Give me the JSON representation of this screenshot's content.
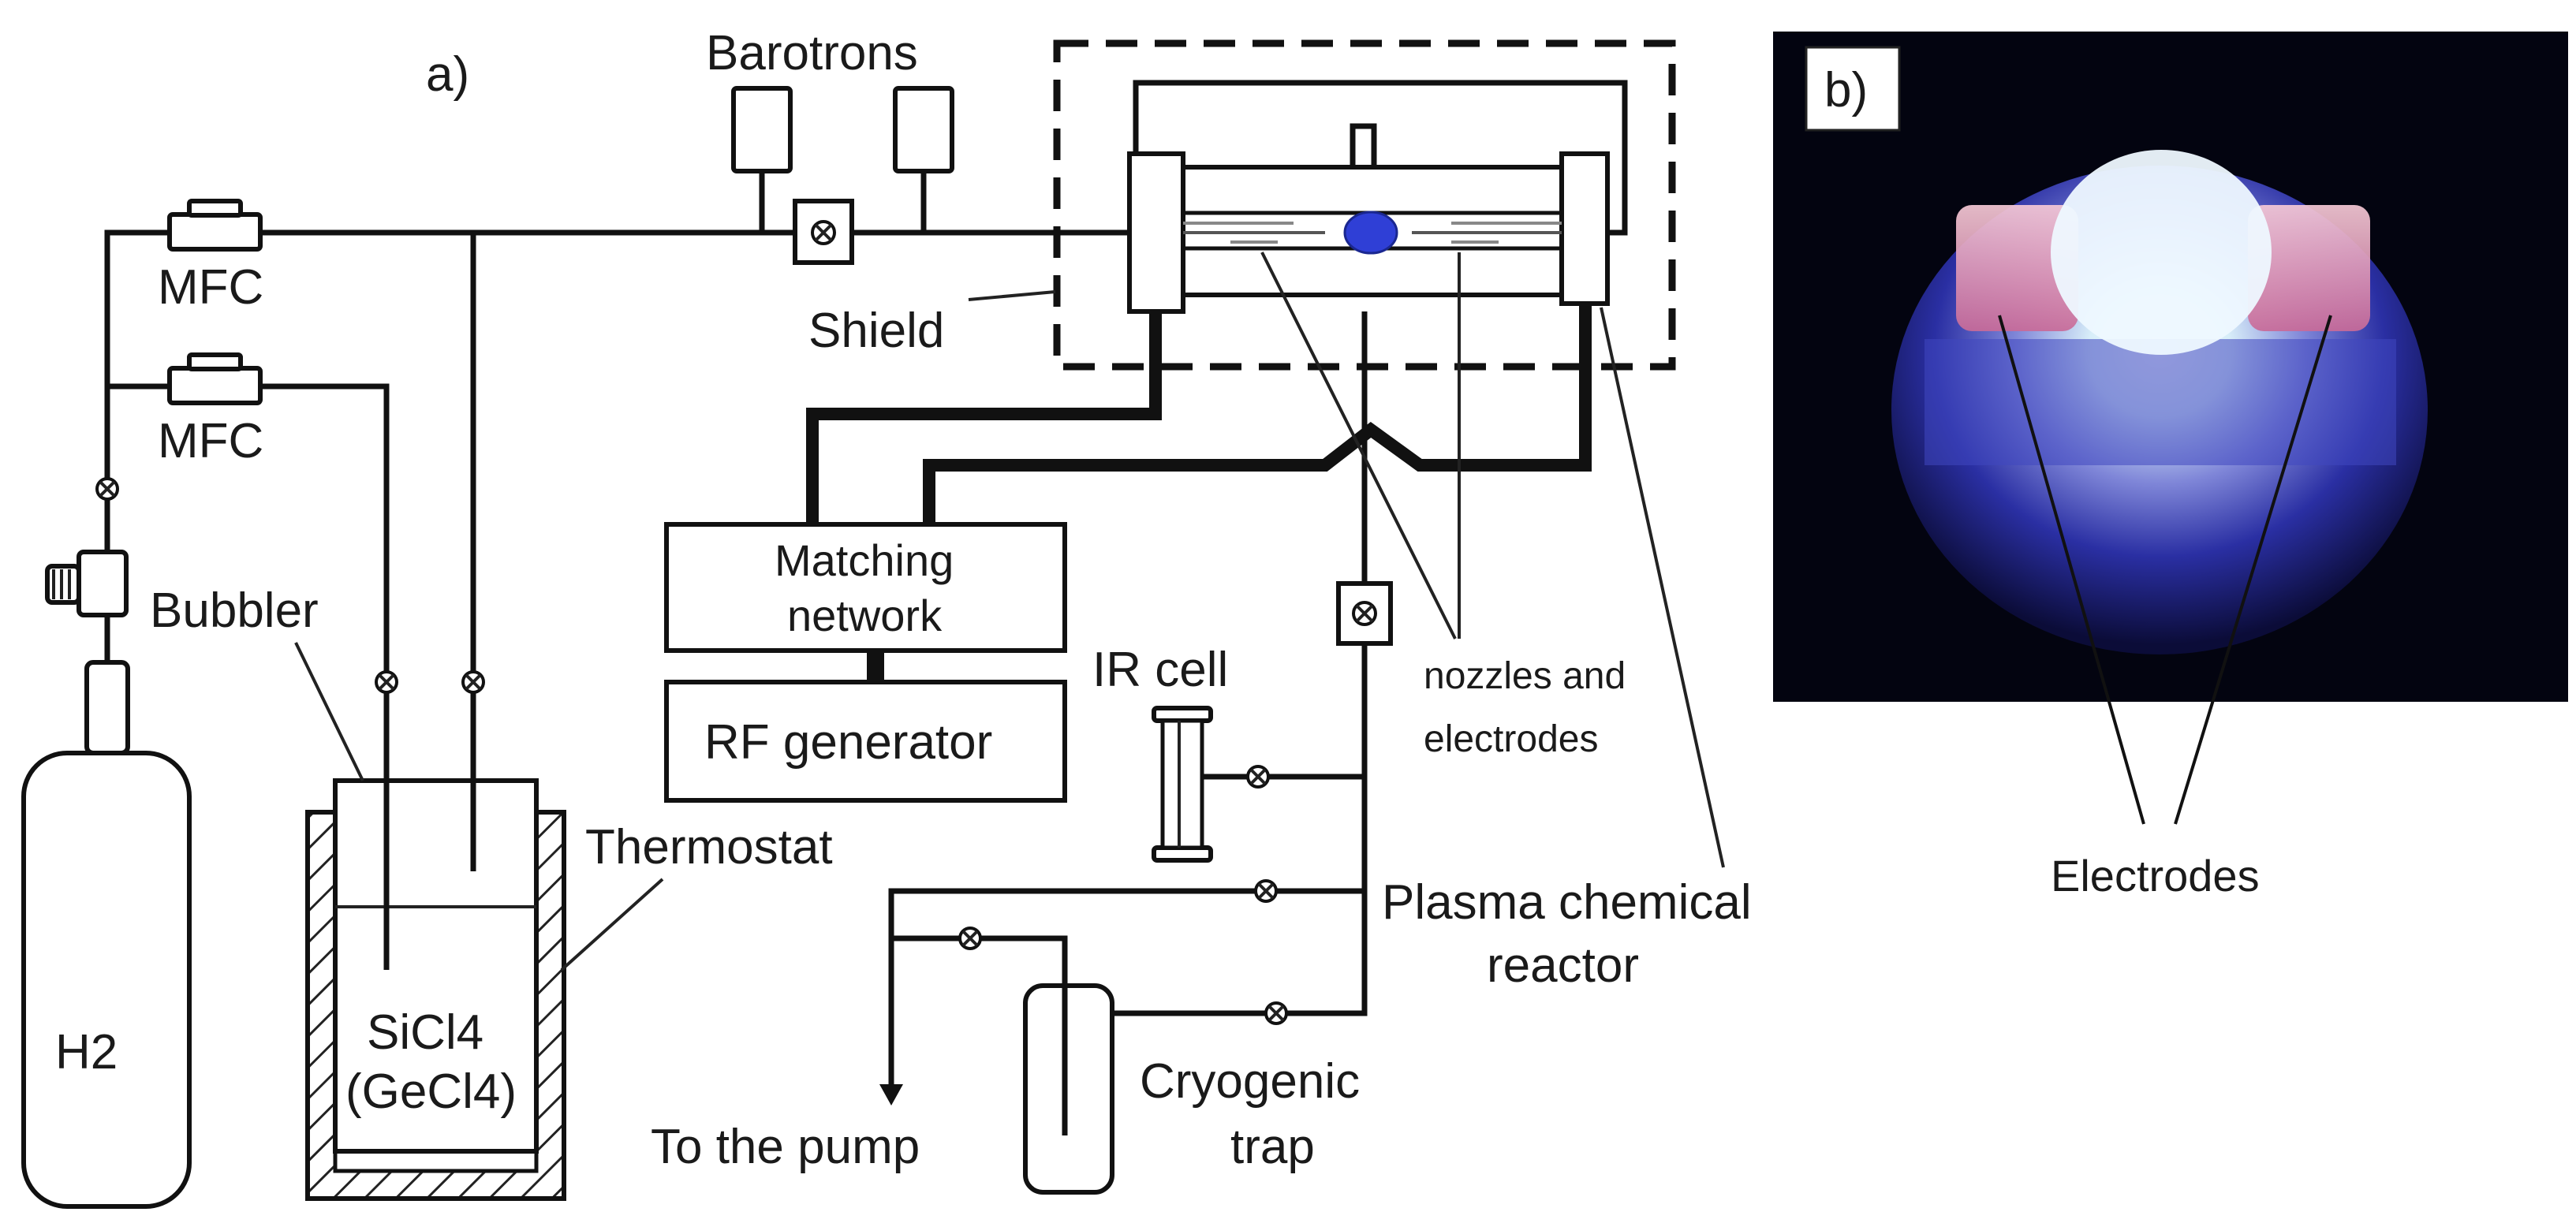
{
  "panel_a": {
    "tag": "a)",
    "labels": {
      "barotrons": "Barotrons",
      "mfc1": "MFC",
      "mfc2": "MFC",
      "shield": "Shield",
      "bubbler": "Bubbler",
      "thermostat": "Thermostat",
      "h2": "H2",
      "sicl4": "SiCl4",
      "gecl4": "(GeCl4)",
      "matching_line1": "Matching",
      "matching_line2": "network",
      "rf_generator": "RF generator",
      "ir_cell": "IR cell",
      "nozzles_line1": "nozzles and",
      "nozzles_line2": "electrodes",
      "plasma_line1": "Plasma chemical",
      "plasma_line2": "reactor",
      "to_pump": "To the pump",
      "cryo_line1": "Cryogenic",
      "cryo_line2": "trap"
    }
  },
  "panel_b": {
    "tag": "b)",
    "electrodes_label": "Electrodes"
  }
}
